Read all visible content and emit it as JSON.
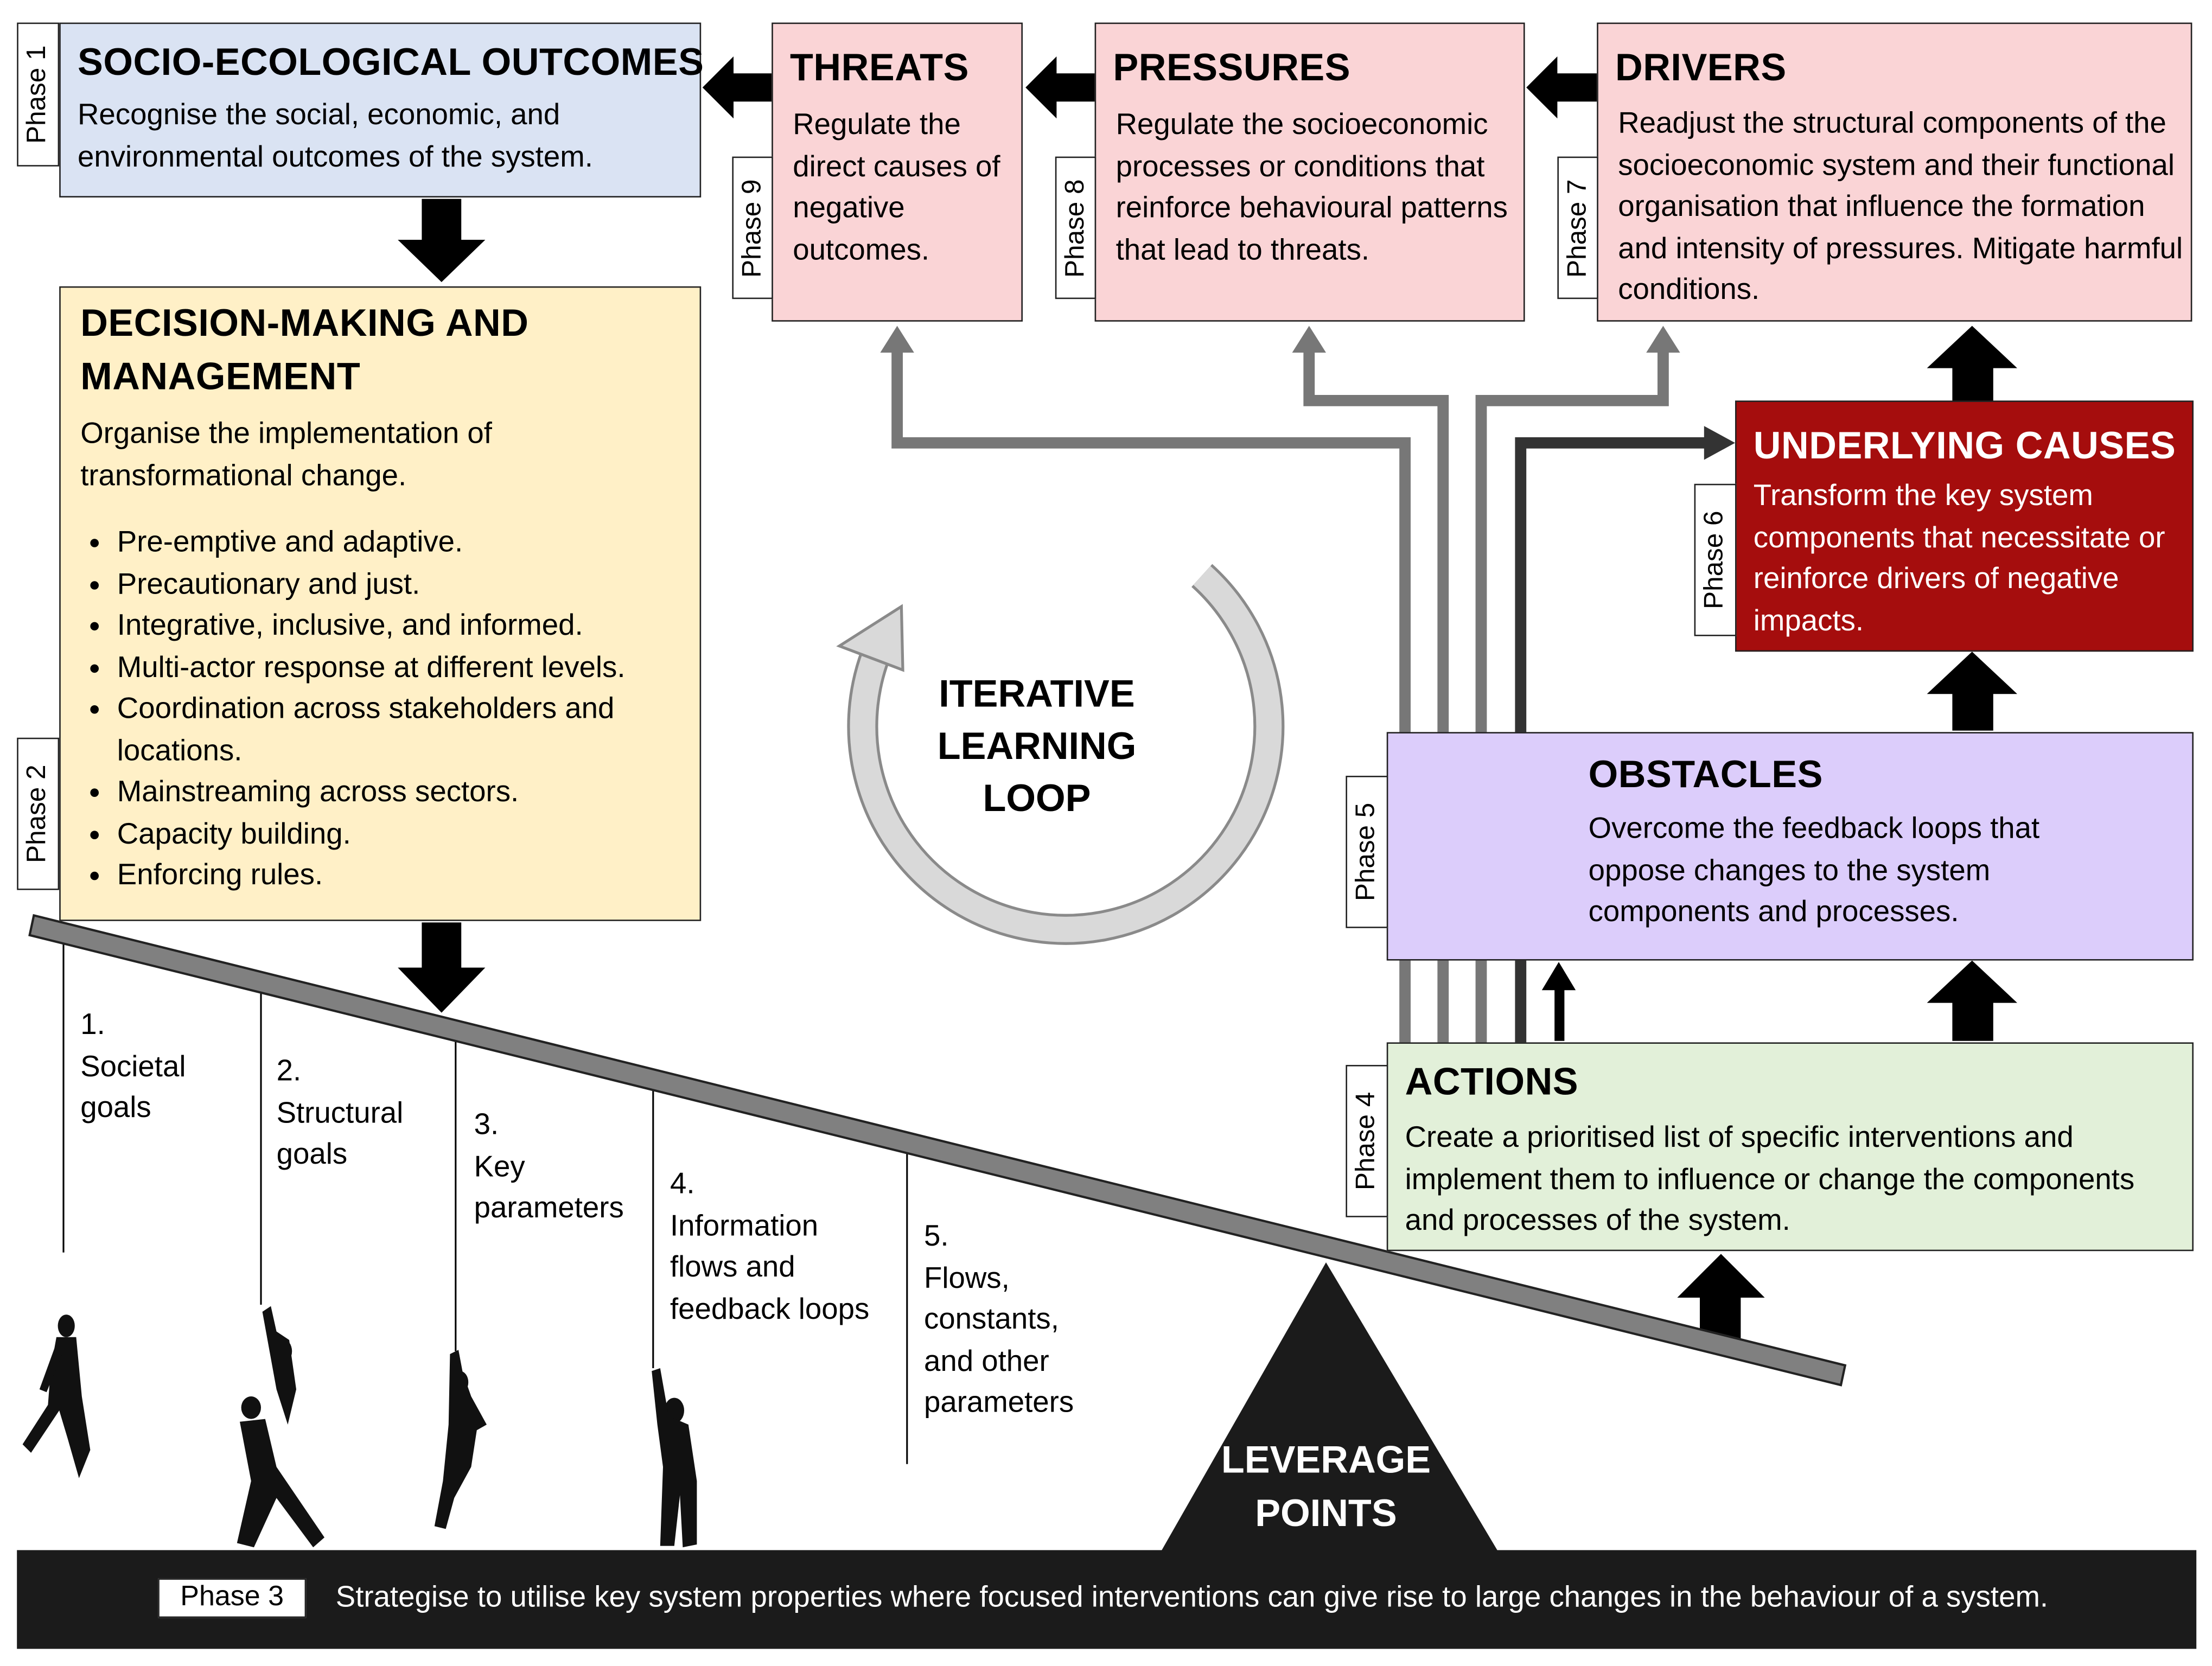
{
  "boxes": {
    "outcomes": {
      "title": "SOCIO-ECOLOGICAL OUTCOMES",
      "desc": "Recognise the social, economic, and environmental outcomes of the system.",
      "phase": "Phase 1",
      "color": "#dae3f3"
    },
    "threats": {
      "title": "THREATS",
      "desc": "Regulate the direct causes of negative outcomes.",
      "phase": "Phase 9",
      "color": "#fad4d6"
    },
    "pressures": {
      "title": "PRESSURES",
      "desc": "Regulate the socioeconomic processes or conditions that reinforce behavioural patterns that lead to threats.",
      "phase": "Phase 8",
      "color": "#fad4d6"
    },
    "drivers": {
      "title": "DRIVERS",
      "desc": "Readjust the structural components of the socioeconomic system and their functional organisation that influence the formation and intensity of pressures. Mitigate harmful conditions.",
      "phase": "Phase 7",
      "color": "#fad4d6"
    },
    "decision": {
      "title": "DECISION-MAKING AND MANAGEMENT",
      "desc": "Organise the implementation of transformational change.",
      "phase": "Phase 2",
      "color": "#fff0c7",
      "bullets": [
        "Pre-emptive and adaptive.",
        "Precautionary and just.",
        "Integrative, inclusive, and informed.",
        "Multi-actor response at different levels.",
        "Coordination across stakeholders and locations.",
        "Mainstreaming across sectors.",
        "Capacity building.",
        "Enforcing rules."
      ]
    },
    "underlying": {
      "title": "UNDERLYING CAUSES",
      "desc": "Transform the key system components that necessitate or reinforce drivers of negative impacts.",
      "phase": "Phase 6",
      "color": "#a50d0d"
    },
    "obstacles": {
      "title": "OBSTACLES",
      "desc": "Overcome the feedback loops that oppose changes to the system components and processes.",
      "phase": "Phase 5",
      "color": "#dccdfb"
    },
    "actions": {
      "title": "ACTIONS",
      "desc": "Create a prioritised list of specific interventions and implement them to influence or change the components and processes of the system.",
      "phase": "Phase 4",
      "color": "#e2f0d9"
    }
  },
  "loop": {
    "label": "ITERATIVE\nLEARNING\nLOOP"
  },
  "lever": {
    "points": [
      "1.\nSocietal\ngoals",
      "2.\nStructural\ngoals",
      "3.\nKey\nparameters",
      "4.\nInformation\nflows and\nfeedback loops",
      "5.\nFlows,\nconstants,\nand other\nparameters"
    ],
    "fulcrum_label": "LEVERAGE\nPOINTS"
  },
  "bottom": {
    "phase": "Phase 3",
    "text": "Strategise to utilise key system properties where focused interventions can give rise to large changes in the behaviour of a system."
  }
}
